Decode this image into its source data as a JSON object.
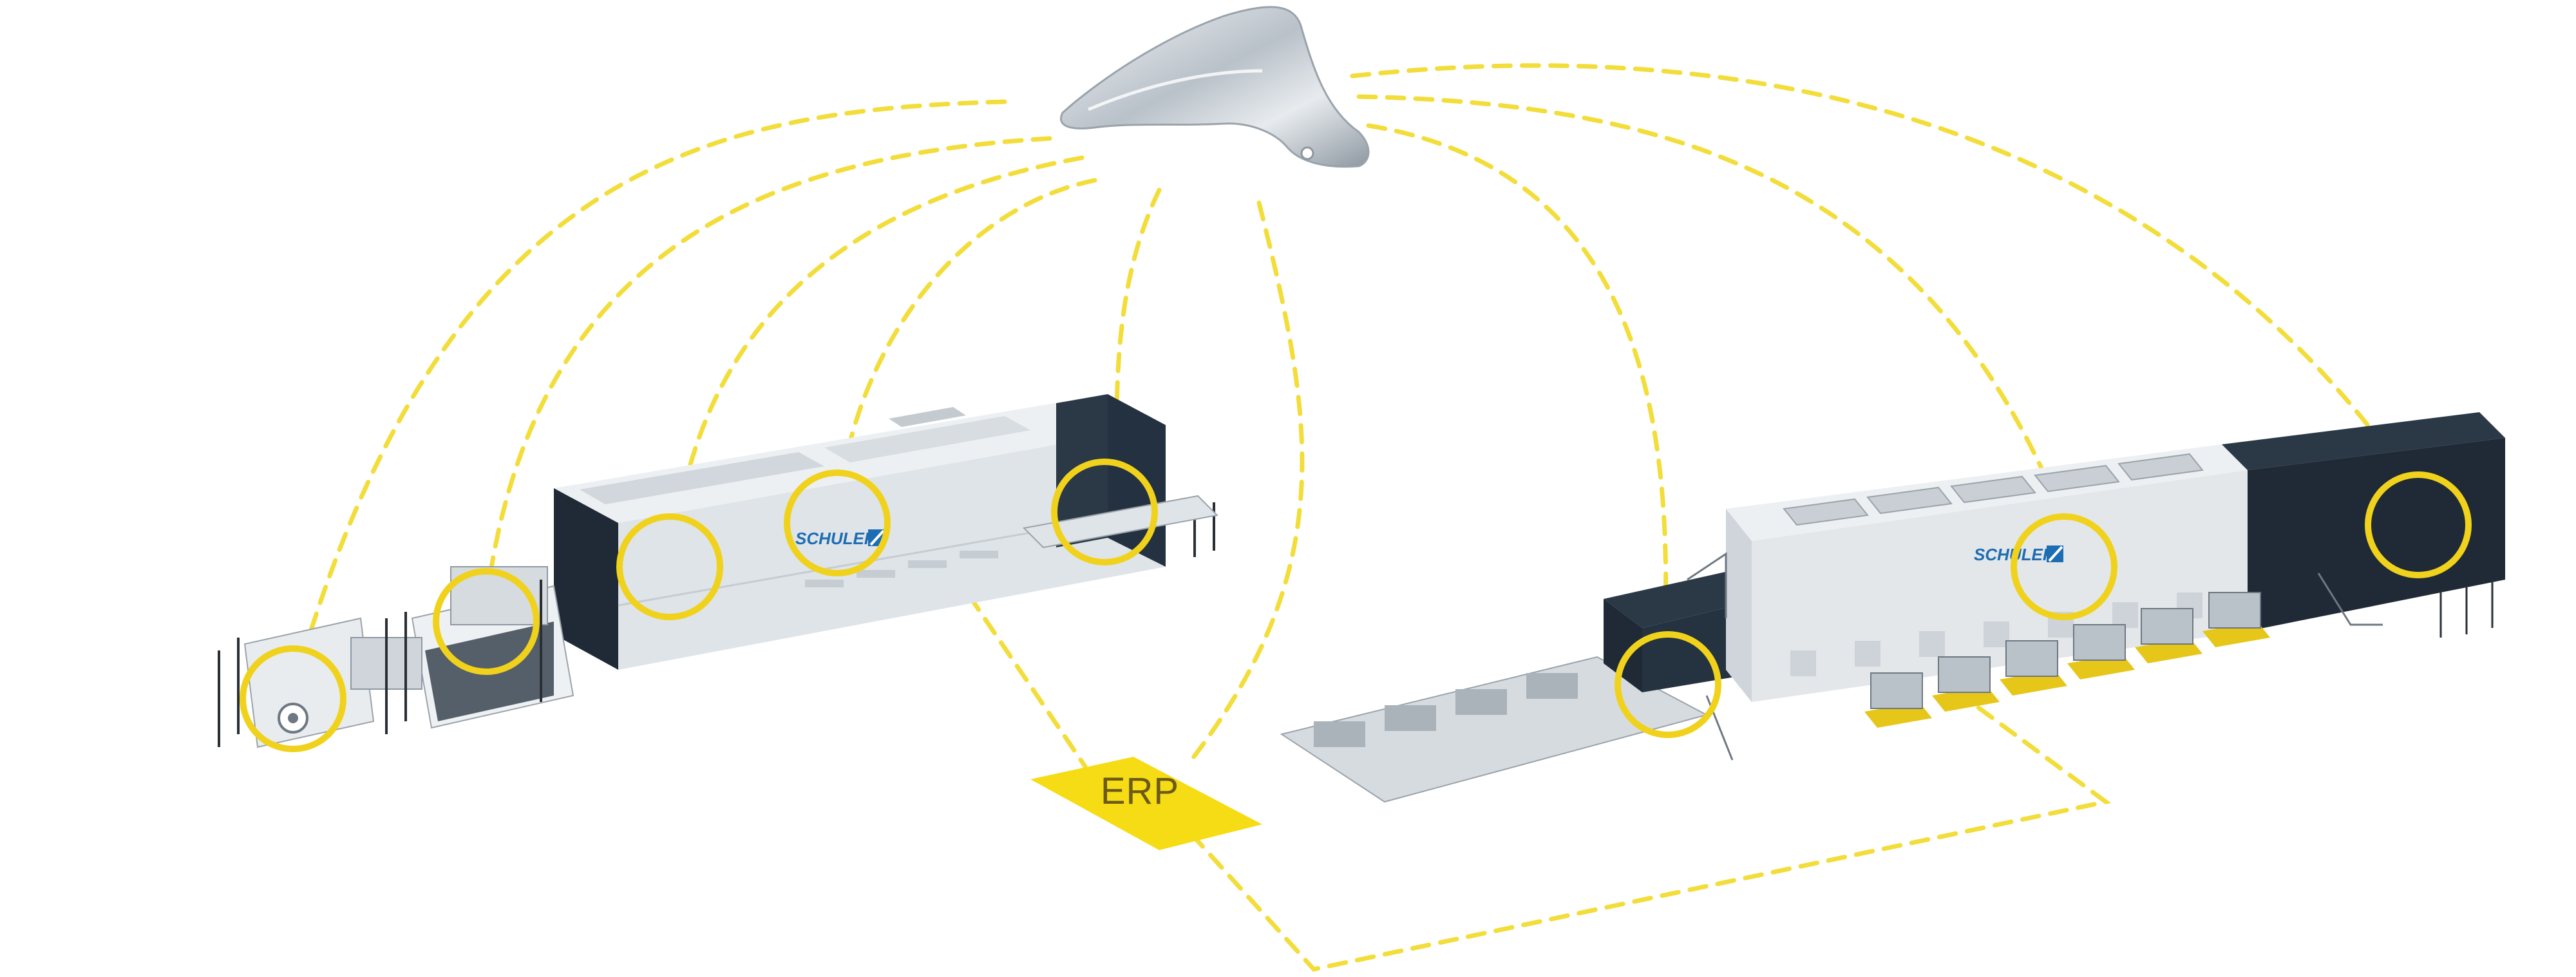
{
  "diagram": {
    "erp_label": "ERP",
    "brand_logo_text": "SCHULER",
    "colors": {
      "connector": "#f2dd3a",
      "erp_fill": "#f6dc14",
      "erp_text": "#6b5a1a",
      "machine_light": "#e3e7ea",
      "machine_mid": "#c9cfd4",
      "machine_dark": "#1f2a36",
      "logo_blue": "#1d6db3",
      "yellow_pad": "#e6c619"
    },
    "nodes": [
      {
        "name": "car-fender-part",
        "icon": "car-fender-icon"
      },
      {
        "name": "erp-system",
        "icon": "erp-diamond"
      },
      {
        "name": "blanking-line",
        "icon": "machine-line-left"
      },
      {
        "name": "press-line",
        "icon": "machine-line-right"
      }
    ]
  }
}
